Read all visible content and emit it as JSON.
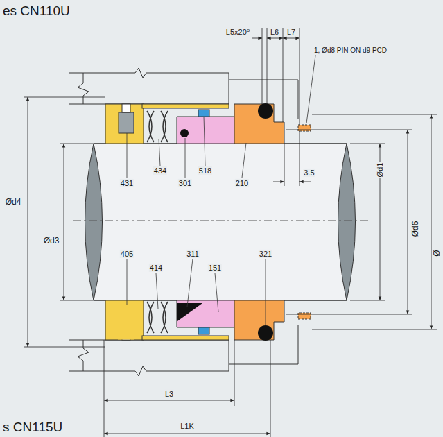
{
  "diagram": {
    "labels": [
      "es CN110U",
      "L5x20⁰",
      "L6",
      "L7",
      "1, Ød8 PIN ON d9 PCD",
      "Ød4",
      "Ød3",
      "431",
      "434",
      "301",
      "518",
      "210",
      "3.5",
      "Ød1",
      "Ød6",
      "Ø",
      "405",
      "414",
      "311",
      "151",
      "321",
      "L3",
      "L1K",
      "s CN115U"
    ]
  }
}
